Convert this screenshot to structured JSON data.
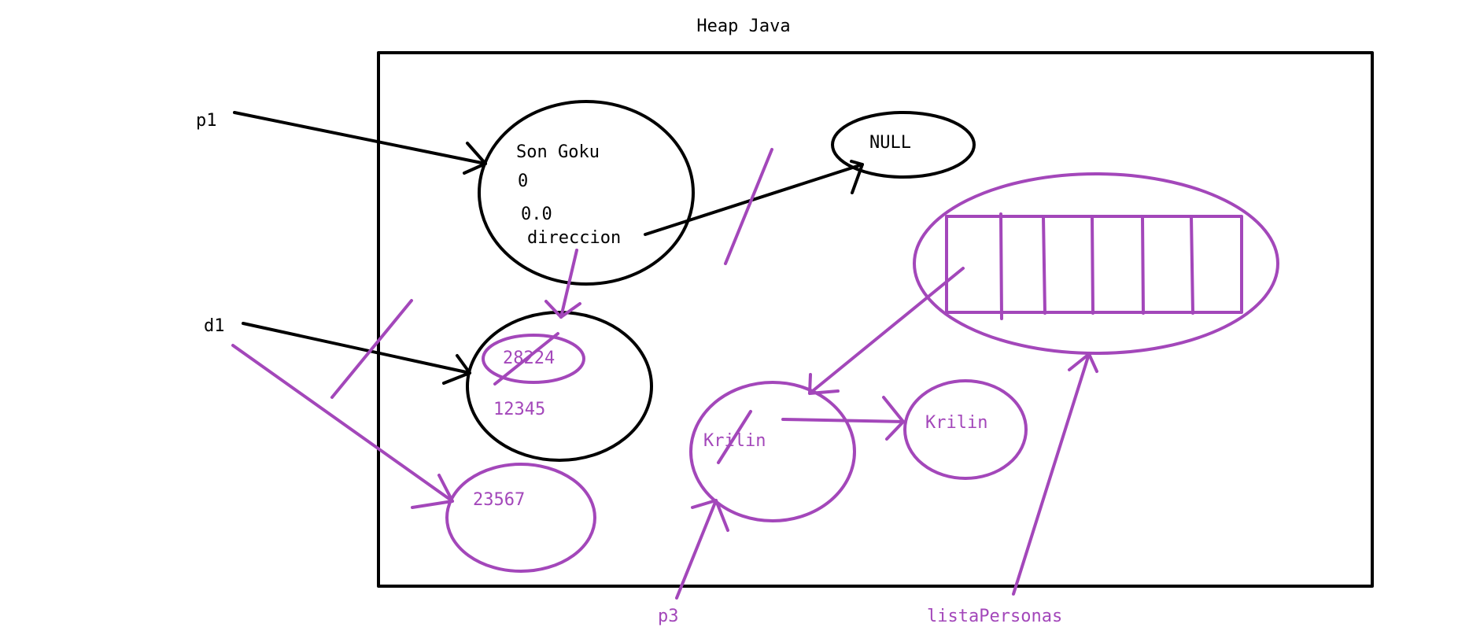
{
  "title": "Heap Java",
  "colors": {
    "ink": "#000000",
    "accent": "#a347ba",
    "background": "#ffffff"
  },
  "references": {
    "p1": "p1",
    "d1": "d1",
    "p3": "p3",
    "listaPersonas": "listaPersonas"
  },
  "persona_object": {
    "nombre": "Son Goku",
    "edad": "0",
    "saldo": "0.0",
    "campo_direccion": "direccion"
  },
  "null_object": {
    "label": "NULL"
  },
  "direccion_object": {
    "old_value": "28224",
    "new_value": "12345"
  },
  "direccion_object_2": {
    "value": "23567"
  },
  "krilin_object": {
    "label": "Krilin"
  },
  "krilin_object_2": {
    "label": "Krilin"
  },
  "lista_array": {
    "slots": 6
  }
}
